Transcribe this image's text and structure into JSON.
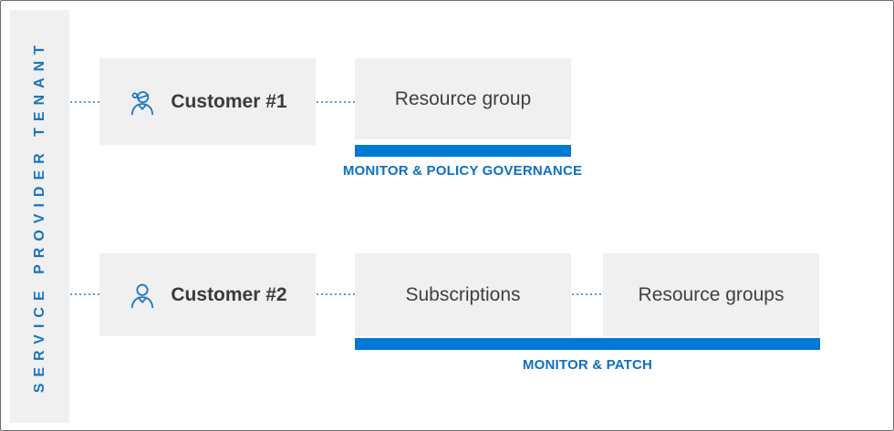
{
  "sidebar": {
    "label": "SERVICE PROVIDER TENANT"
  },
  "rows": [
    {
      "customer_label": "Customer #1",
      "customer_icon": "person-with-cap-icon",
      "boxes": [
        "Resource group"
      ],
      "banner": "MONITOR & POLICY GOVERNANCE"
    },
    {
      "customer_label": "Customer #2",
      "customer_icon": "person-icon",
      "boxes": [
        "Subscriptions",
        "Resource groups"
      ],
      "banner": "MONITOR & PATCH"
    }
  ],
  "colors": {
    "bar_blue": "#0078d4",
    "label_blue": "#0e6fc1",
    "sidebar_text_blue": "#1a73c0",
    "icon_blue": "#1b76c5",
    "dotted_line_blue": "#5b9bd5",
    "box_gray": "#f0f0f0",
    "title_gray": "#404040"
  }
}
